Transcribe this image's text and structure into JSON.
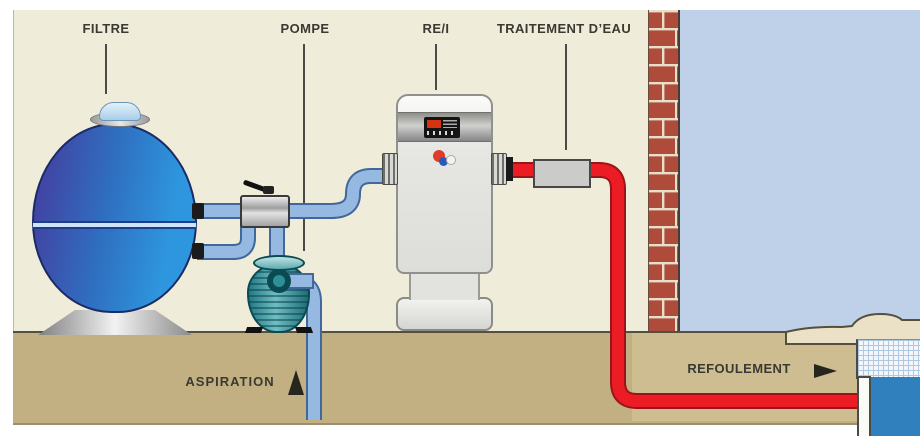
{
  "diagram": {
    "labels": {
      "filter": "FILTRE",
      "pump": "POMPE",
      "rei": "RE/I",
      "water_treatment": "TRAITEMENT D’EAU",
      "suction": "ASPIRATION",
      "return": "REFOULEMENT"
    },
    "icons": {
      "suction_arrow": "up-triangle",
      "return_arrow": "right-triangle"
    },
    "colors": {
      "room_background": "#F0ECDA",
      "sky": "#BFD1E9",
      "ground": "#C2B083",
      "trench": "#CEBD90",
      "brick": "#AE4B3A",
      "mortar": "#E8DFC8",
      "suction_pipe": "#96B9E2",
      "suction_pipe_outline": "#41689C",
      "return_pipe": "#EC1C24",
      "return_pipe_outline": "#9B1419",
      "filter_tank_dark": "#4340A0",
      "filter_tank_light": "#2E96DE",
      "pump_body": "#2E8F96",
      "pool_water": "#3180BE",
      "label_text": "#3A3A33"
    }
  }
}
